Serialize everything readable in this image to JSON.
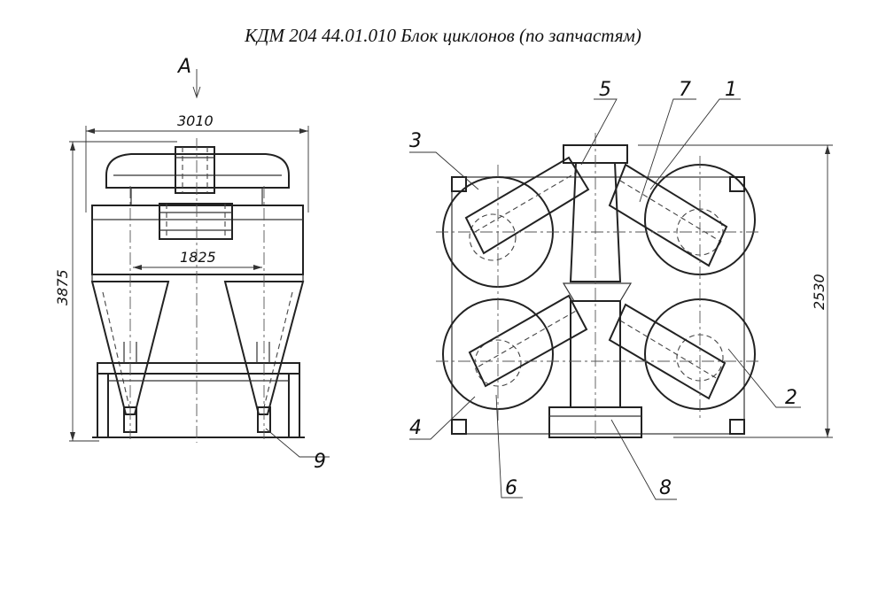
{
  "title": "КДМ 204 44.01.010  Блок циклонов (по запчастям)",
  "view_marker": "А",
  "dimensions": {
    "width_overall": "3010",
    "inner_width": "1825",
    "height_overall": "3875",
    "plan_height": "2530"
  },
  "callouts": {
    "c1": "1",
    "c2": "2",
    "c3": "3",
    "c4": "4",
    "c5": "5",
    "c6": "6",
    "c7": "7",
    "c8": "8",
    "c9": "9"
  }
}
